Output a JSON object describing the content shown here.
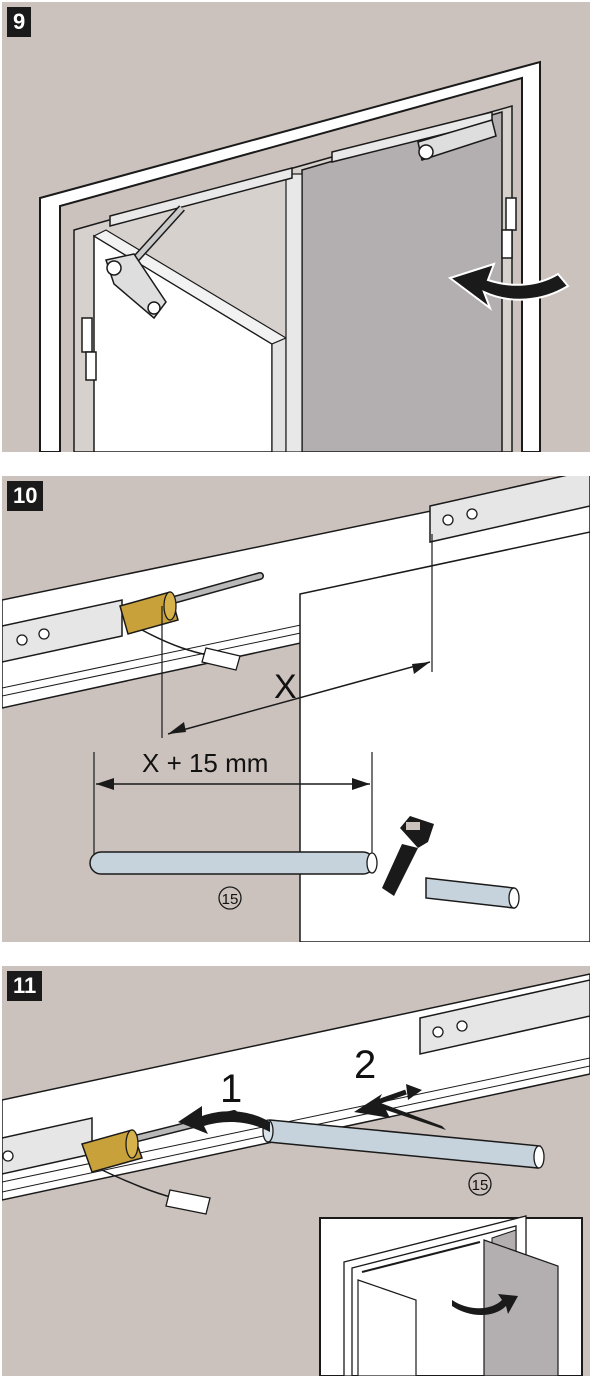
{
  "steps": [
    {
      "number": "9"
    },
    {
      "number": "10",
      "dimension_x": "X",
      "dimension_total": "X + 15 mm",
      "part_label": "15"
    },
    {
      "number": "11",
      "arrow_1": "1",
      "arrow_2": "2",
      "part_label": "15"
    }
  ],
  "colors": {
    "background": "#cbc1bd",
    "door_leaf": "#b3aeaf",
    "frame": "#ffffff",
    "rod": "#c7d3dc",
    "coupling": "#c9a13a",
    "outline": "#1a1a1a"
  }
}
